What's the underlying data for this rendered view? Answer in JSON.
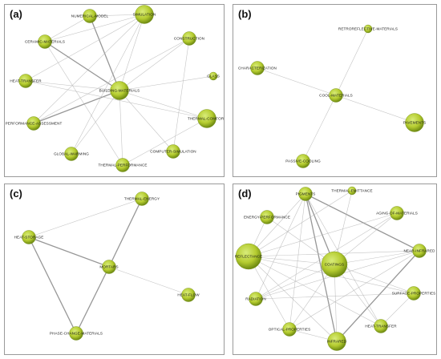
{
  "colors": {
    "node_fill_light": "#d8ec7a",
    "node_fill_mid": "#b5cc30",
    "node_fill_dark": "#6e8a12",
    "edge": "#b0b0b0",
    "edge_strong": "#8c8c8c"
  },
  "panels": [
    {
      "id": "a",
      "label": "(a)",
      "nodes": [
        {
          "id": "numerical-model",
          "label": "NUMERICAL-MODEL",
          "size": "m"
        },
        {
          "id": "simulation",
          "label": "SIMULATION",
          "size": "l"
        },
        {
          "id": "ceramic-materials",
          "label": "CERAMIC-MATERIALS",
          "size": "m"
        },
        {
          "id": "construction",
          "label": "CONSTRUCTION",
          "size": "m"
        },
        {
          "id": "glass",
          "label": "GLASS",
          "size": "s"
        },
        {
          "id": "heat-transfer",
          "label": "HEAT-TRANSFER",
          "size": "m"
        },
        {
          "id": "building-materials",
          "label": "BUILDING-MATERIALS",
          "size": "l"
        },
        {
          "id": "performance-assessment",
          "label": "PERFORMANCE-ASSESSMENT",
          "size": "m"
        },
        {
          "id": "thermal-comfort",
          "label": "THERMAL-COMFORT",
          "size": "l"
        },
        {
          "id": "global-warming",
          "label": "GLOBAL-WARMING",
          "size": "m"
        },
        {
          "id": "computer-simulation",
          "label": "COMPUTER-SIMULATION",
          "size": "m"
        },
        {
          "id": "thermal-performance",
          "label": "THERMAL-PERFORMANCE",
          "size": "m"
        }
      ],
      "edges": [
        {
          "from": "numerical-model",
          "to": "building-materials",
          "weight": 2
        },
        {
          "from": "numerical-model",
          "to": "ceramic-materials",
          "weight": 1
        },
        {
          "from": "numerical-model",
          "to": "simulation",
          "weight": 1
        },
        {
          "from": "simulation",
          "to": "building-materials",
          "weight": 1
        },
        {
          "from": "simulation",
          "to": "ceramic-materials",
          "weight": 1
        },
        {
          "from": "simulation",
          "to": "performance-assessment",
          "weight": 1
        },
        {
          "from": "simulation",
          "to": "heat-transfer",
          "weight": 1
        },
        {
          "from": "ceramic-materials",
          "to": "building-materials",
          "weight": 2
        },
        {
          "from": "construction",
          "to": "building-materials",
          "weight": 1
        },
        {
          "from": "construction",
          "to": "computer-simulation",
          "weight": 1
        },
        {
          "from": "construction",
          "to": "performance-assessment",
          "weight": 1
        },
        {
          "from": "glass",
          "to": "building-materials",
          "weight": 1
        },
        {
          "from": "heat-transfer",
          "to": "building-materials",
          "weight": 1
        },
        {
          "from": "building-materials",
          "to": "performance-assessment",
          "weight": 2
        },
        {
          "from": "building-materials",
          "to": "thermal-comfort",
          "weight": 1
        },
        {
          "from": "building-materials",
          "to": "global-warming",
          "weight": 1
        },
        {
          "from": "building-materials",
          "to": "computer-simulation",
          "weight": 1
        },
        {
          "from": "building-materials",
          "to": "thermal-performance",
          "weight": 1
        },
        {
          "from": "ceramic-materials",
          "to": "thermal-performance",
          "weight": 1
        },
        {
          "from": "thermal-comfort",
          "to": "thermal-performance",
          "weight": 1
        },
        {
          "from": "heat-transfer",
          "to": "thermal-comfort",
          "weight": 1
        },
        {
          "from": "global-warming",
          "to": "simulation",
          "weight": 1
        }
      ]
    },
    {
      "id": "b",
      "label": "(b)",
      "nodes": [
        {
          "id": "retroreflective-materials",
          "label": "RETROREFLECTIVE-MATERIALS",
          "size": "s"
        },
        {
          "id": "characterization",
          "label": "CHARACTERIZATION",
          "size": "m"
        },
        {
          "id": "cool-materials",
          "label": "COOL-MATERIALS",
          "size": "m"
        },
        {
          "id": "pavements",
          "label": "PAVEMENTS",
          "size": "l"
        },
        {
          "id": "passive-cooling",
          "label": "PASSIVE-COOLING",
          "size": "m"
        }
      ],
      "edges": [
        {
          "from": "cool-materials",
          "to": "retroreflective-materials",
          "weight": 1
        },
        {
          "from": "cool-materials",
          "to": "characterization",
          "weight": 1
        },
        {
          "from": "cool-materials",
          "to": "pavements",
          "weight": 1
        },
        {
          "from": "cool-materials",
          "to": "passive-cooling",
          "weight": 1
        }
      ]
    },
    {
      "id": "c",
      "label": "(c)",
      "nodes": [
        {
          "id": "thermal-energy",
          "label": "THERMAL-ENERGY",
          "size": "m"
        },
        {
          "id": "heat-storage",
          "label": "HEAT-STORAGE",
          "size": "m"
        },
        {
          "id": "mortars",
          "label": "MORTARS",
          "size": "m"
        },
        {
          "id": "heat-flow",
          "label": "HEAT-FLOW",
          "size": "m"
        },
        {
          "id": "phase-change-materials",
          "label": "PHASE-CHANGE-MATERIALS",
          "size": "m"
        }
      ],
      "edges": [
        {
          "from": "heat-storage",
          "to": "thermal-energy",
          "weight": 1
        },
        {
          "from": "heat-storage",
          "to": "mortars",
          "weight": 2
        },
        {
          "from": "heat-storage",
          "to": "phase-change-materials",
          "weight": 2
        },
        {
          "from": "thermal-energy",
          "to": "mortars",
          "weight": 2
        },
        {
          "from": "mortars",
          "to": "phase-change-materials",
          "weight": 2
        },
        {
          "from": "mortars",
          "to": "heat-flow",
          "weight": 1
        }
      ]
    },
    {
      "id": "d",
      "label": "(d)",
      "nodes": [
        {
          "id": "pigments",
          "label": "PIGMENTS",
          "size": "m"
        },
        {
          "id": "thermal-emittance",
          "label": "THERMAL-EMITTANCE",
          "size": "s"
        },
        {
          "id": "energy-performance",
          "label": "ENERGY-PERFORMANCE",
          "size": "m"
        },
        {
          "id": "aging-of-materials",
          "label": "AGING-OF-MATERIALS",
          "size": "m"
        },
        {
          "id": "near-infrared",
          "label": "NEAR-INFRARED",
          "size": "m"
        },
        {
          "id": "reflectance",
          "label": "REFLECTANCE",
          "size": "xl"
        },
        {
          "id": "coatings",
          "label": "COATINGS",
          "size": "xl"
        },
        {
          "id": "surface-properties",
          "label": "SURFACE-PROPERTIES",
          "size": "m"
        },
        {
          "id": "radiation",
          "label": "RADIATION",
          "size": "m"
        },
        {
          "id": "optical-properties",
          "label": "OPTICAL-PROPERTIES",
          "size": "m"
        },
        {
          "id": "heat-transfer-d",
          "label": "HEAT-TRANSFER",
          "size": "m"
        },
        {
          "id": "infrared",
          "label": "INFRARED",
          "size": "l"
        }
      ],
      "edges": [
        {
          "from": "pigments",
          "to": "coatings",
          "weight": 2
        },
        {
          "from": "pigments",
          "to": "near-infrared",
          "weight": 2
        },
        {
          "from": "pigments",
          "to": "infrared",
          "weight": 2
        },
        {
          "from": "pigments",
          "to": "reflectance",
          "weight": 1
        },
        {
          "from": "pigments",
          "to": "optical-properties",
          "weight": 1
        },
        {
          "from": "pigments",
          "to": "heat-transfer-d",
          "weight": 1
        },
        {
          "from": "pigments",
          "to": "radiation",
          "weight": 1
        },
        {
          "from": "thermal-emittance",
          "to": "coatings",
          "weight": 1
        },
        {
          "from": "thermal-emittance",
          "to": "reflectance",
          "weight": 1
        },
        {
          "from": "energy-performance",
          "to": "coatings",
          "weight": 1
        },
        {
          "from": "energy-performance",
          "to": "reflectance",
          "weight": 1
        },
        {
          "from": "aging-of-materials",
          "to": "coatings",
          "weight": 1
        },
        {
          "from": "aging-of-materials",
          "to": "reflectance",
          "weight": 1
        },
        {
          "from": "aging-of-materials",
          "to": "radiation",
          "weight": 1
        },
        {
          "from": "near-infrared",
          "to": "coatings",
          "weight": 1
        },
        {
          "from": "near-infrared",
          "to": "infrared",
          "weight": 2
        },
        {
          "from": "near-infrared",
          "to": "reflectance",
          "weight": 1
        },
        {
          "from": "reflectance",
          "to": "coatings",
          "weight": 1
        },
        {
          "from": "reflectance",
          "to": "infrared",
          "weight": 1
        },
        {
          "from": "reflectance",
          "to": "surface-properties",
          "weight": 1
        },
        {
          "from": "coatings",
          "to": "surface-properties",
          "weight": 1
        },
        {
          "from": "coatings",
          "to": "radiation",
          "weight": 1
        },
        {
          "from": "coatings",
          "to": "optical-properties",
          "weight": 1
        },
        {
          "from": "coatings",
          "to": "heat-transfer-d",
          "weight": 1
        },
        {
          "from": "coatings",
          "to": "infrared",
          "weight": 1
        },
        {
          "from": "radiation",
          "to": "near-infrared",
          "weight": 1
        },
        {
          "from": "optical-properties",
          "to": "near-infrared",
          "weight": 1
        },
        {
          "from": "optical-properties",
          "to": "reflectance",
          "weight": 1
        },
        {
          "from": "heat-transfer-d",
          "to": "reflectance",
          "weight": 1
        },
        {
          "from": "surface-properties",
          "to": "heat-transfer-d",
          "weight": 1
        },
        {
          "from": "infrared",
          "to": "optical-properties",
          "weight": 1
        },
        {
          "from": "surface-properties",
          "to": "radiation",
          "weight": 1
        }
      ]
    }
  ]
}
